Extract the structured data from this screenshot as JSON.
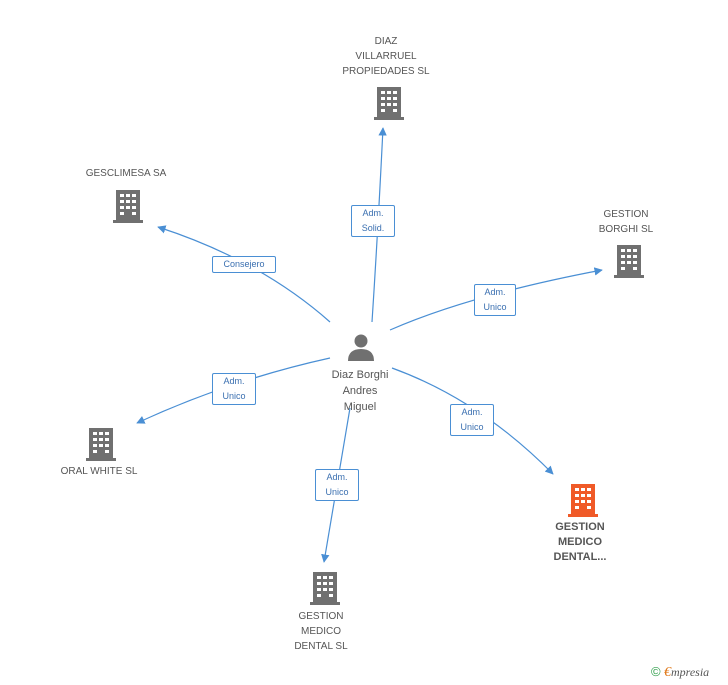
{
  "center": {
    "name": "Diaz Borghi\nAndres\nMiguel",
    "icon": "person-icon"
  },
  "companies": [
    {
      "id": "diaz-villarruel",
      "name": "DIAZ\nVILLARRUEL\nPROPIEDADES SL",
      "icon": "building-icon",
      "color": "#707070"
    },
    {
      "id": "gesclimesa",
      "name": "GESCLIMESA SA",
      "icon": "building-icon",
      "color": "#707070"
    },
    {
      "id": "gestion-borghi",
      "name": "GESTION\nBORGHI SL",
      "icon": "building-icon",
      "color": "#707070"
    },
    {
      "id": "oral-white",
      "name": "ORAL WHITE SL",
      "icon": "building-icon",
      "color": "#707070"
    },
    {
      "id": "gestion-medico-highlight",
      "name": "GESTION\nMEDICO\nDENTAL...",
      "icon": "building-icon",
      "color": "#f05a28"
    },
    {
      "id": "gestion-medico-dental",
      "name": "GESTION\nMEDICO\nDENTAL SL",
      "icon": "building-icon",
      "color": "#707070"
    }
  ],
  "edges": [
    {
      "to": "diaz-villarruel",
      "label": "Adm.\nSolid."
    },
    {
      "to": "gesclimesa",
      "label": "Consejero"
    },
    {
      "to": "gestion-borghi",
      "label": "Adm.\nUnico"
    },
    {
      "to": "oral-white",
      "label": "Adm.\nUnico"
    },
    {
      "to": "gestion-medico-highlight",
      "label": "Adm.\nUnico"
    },
    {
      "to": "gestion-medico-dental",
      "label": "Adm.\nUnico"
    }
  ],
  "colors": {
    "edge": "#4a8fd4",
    "person": "#707070"
  },
  "footer": {
    "copyright": "©",
    "brand_first": "€",
    "brand_rest": "mpresia"
  }
}
